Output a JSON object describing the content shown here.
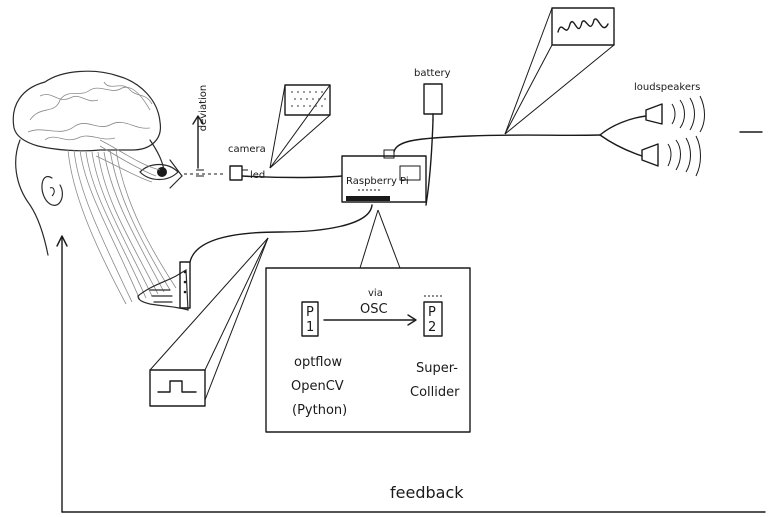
{
  "labels": {
    "deviation": "deviation",
    "camera": "camera",
    "led": "led",
    "battery": "battery",
    "loudspeakers": "loudspeakers",
    "raspberry_pi": "Raspberry Pi",
    "via": "via",
    "osc": "OSC",
    "p1_line1": "P",
    "p1_line2": "1",
    "p2_line1": "P",
    "p2_line2": "2",
    "optflow": "optflow",
    "opencv": "OpenCV",
    "python": "(Python)",
    "super": "Super-",
    "collider": "Collider",
    "feedback": "feedback"
  }
}
